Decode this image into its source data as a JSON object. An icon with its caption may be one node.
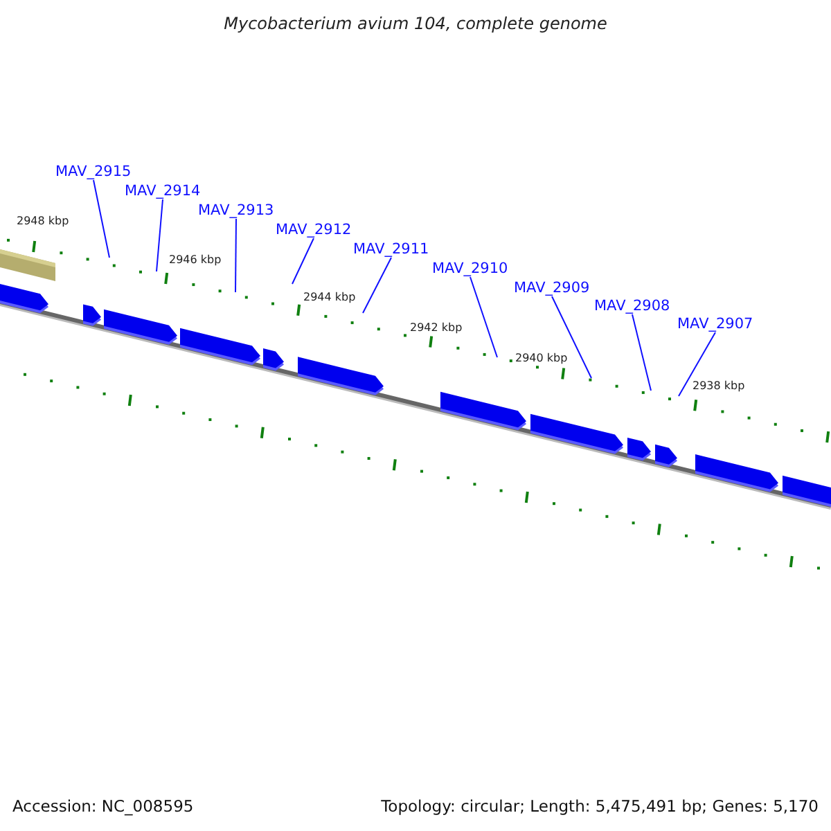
{
  "diagram": {
    "title": "Mycobacterium avium 104, complete genome",
    "nodes": [
      {
        "text": [
          "MAV_2915"
        ]
      },
      {
        "text": [
          "MAV_2914"
        ]
      },
      {
        "text": [
          "MAV_2913"
        ]
      },
      {
        "text": [
          "MAV_2912"
        ]
      },
      {
        "text": [
          "MAV_2911"
        ]
      },
      {
        "text": [
          "MAV_2910"
        ]
      },
      {
        "text": [
          "MAV_2909"
        ]
      },
      {
        "text": [
          "MAV_2908"
        ]
      },
      {
        "text": [
          "MAV_2907"
        ]
      }
    ],
    "edges": [
      {
        "from": 0,
        "to": null,
        "arrow": "none"
      },
      {
        "from": 1,
        "to": null,
        "arrow": "none"
      },
      {
        "from": 2,
        "to": null,
        "arrow": "none"
      },
      {
        "from": 3,
        "to": null,
        "arrow": "none"
      },
      {
        "from": 4,
        "to": null,
        "arrow": "none"
      },
      {
        "from": 5,
        "to": null,
        "arrow": "none"
      },
      {
        "from": 6,
        "to": null,
        "arrow": "none"
      },
      {
        "from": 7,
        "to": null,
        "arrow": "none"
      },
      {
        "from": 8,
        "to": null,
        "arrow": "none"
      }
    ],
    "labels": [
      "2948 kbp",
      "2946 kbp",
      "2944 kbp",
      "2942 kbp",
      "2940 kbp",
      "2938 kbp",
      "Accession: NC_008595",
      "Topology: circular; Length: 5,475,491 bp; Genes: 5,170"
    ]
  }
}
